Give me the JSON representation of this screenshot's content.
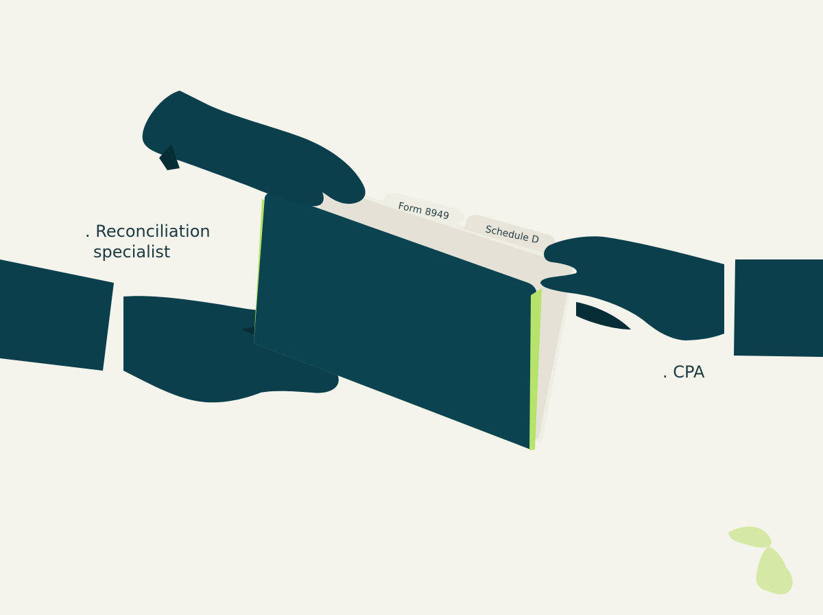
{
  "labels": {
    "left_line1": ". Reconciliation",
    "left_line2": "specialist",
    "right": ". CPA"
  },
  "folder": {
    "tab1": "Form 8949",
    "tab2": "Schedule D"
  },
  "colors": {
    "background": "#f4f3ec",
    "hand": "#0b3f4c",
    "hand_shadow": "#072e37",
    "folder": "#0c4350",
    "folder_accent": "#b7e36b",
    "paper": "#efeee4",
    "map": "#d6e8a6"
  },
  "icons": {
    "map": "michigan-map-icon"
  }
}
